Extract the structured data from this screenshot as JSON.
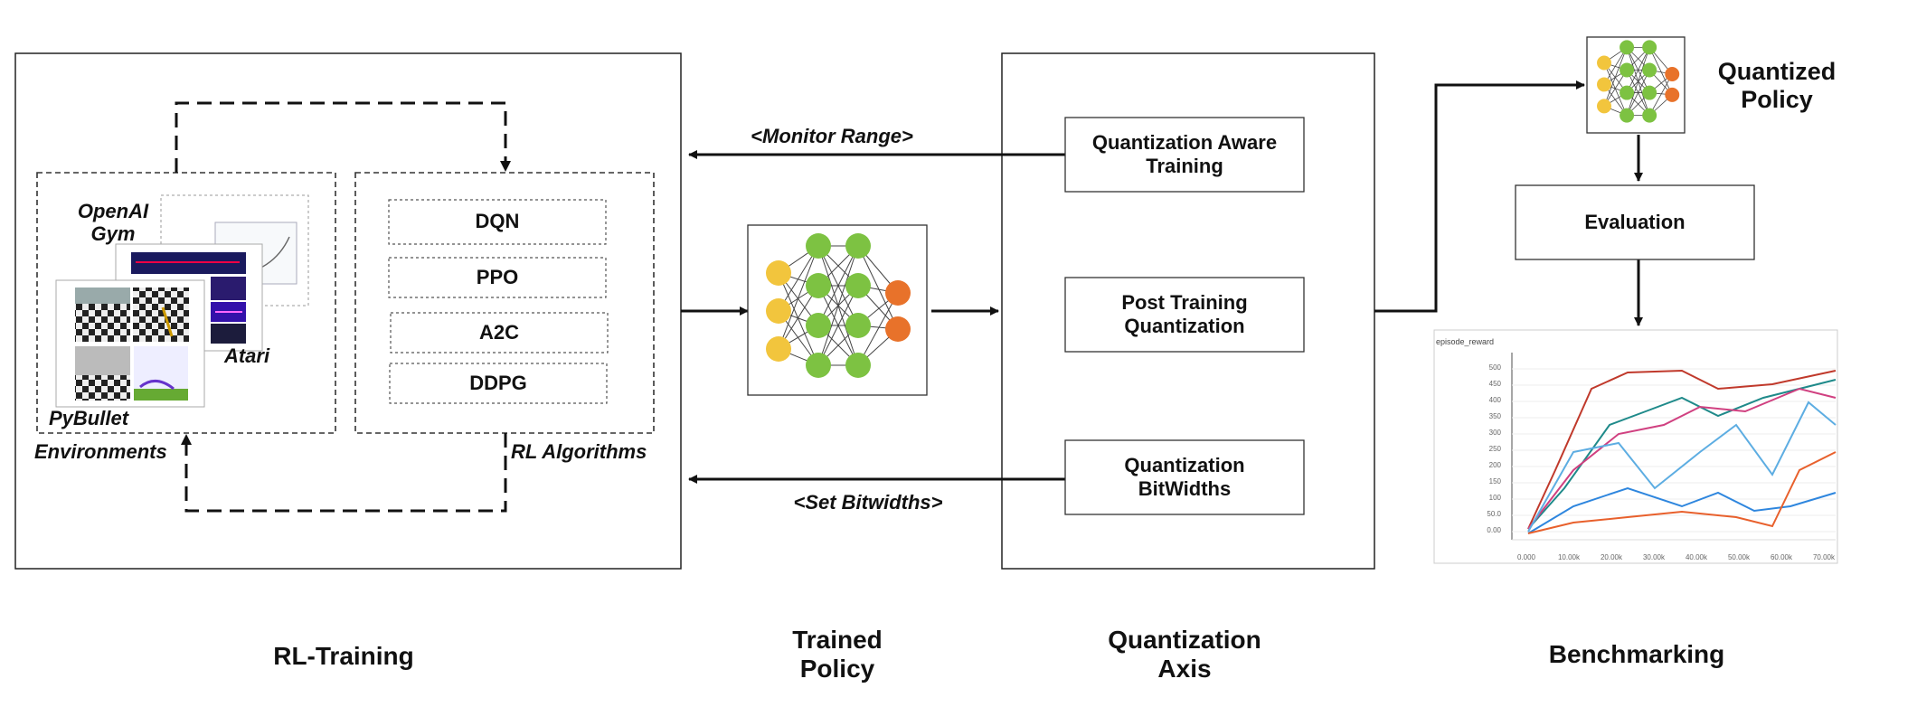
{
  "rl_training": {
    "section_label": "RL-Training",
    "environments": {
      "openai_gym": "OpenAI Gym",
      "atari": "Atari",
      "pybullet": "PyBullet",
      "label": "Environments"
    },
    "algorithms": {
      "items": [
        "DQN",
        "PPO",
        "A2C",
        "DDPG"
      ],
      "label": "RL Algorithms"
    }
  },
  "arrows": {
    "monitor_range": "<Monitor Range>",
    "set_bitwidths": "<Set Bitwidths>"
  },
  "trained_policy": {
    "label_line1": "Trained",
    "label_line2": "Policy"
  },
  "quantization_axis": {
    "items": [
      "Quantization Aware Training",
      "Post Training Quantization",
      "Quantization BitWidths"
    ],
    "label_line1": "Quantization",
    "label_line2": "Axis"
  },
  "benchmarking": {
    "quantized_policy_line1": "Quantized",
    "quantized_policy_line2": "Policy",
    "evaluation": "Evaluation",
    "section_label": "Benchmarking",
    "plot_title": "episode_reward",
    "plot_y_ticks": [
      "500",
      "450",
      "400",
      "350",
      "300",
      "250",
      "200",
      "150",
      "100",
      "50.0",
      "0.00"
    ],
    "plot_x_ticks": [
      "0.000",
      "10.00k",
      "20.00k",
      "30.00k",
      "40.00k",
      "50.00k",
      "60.00k",
      "70.00k"
    ]
  },
  "colors": {
    "node_yellow": "#f2c53d",
    "node_green": "#7dc242",
    "node_orange": "#e8722a"
  }
}
